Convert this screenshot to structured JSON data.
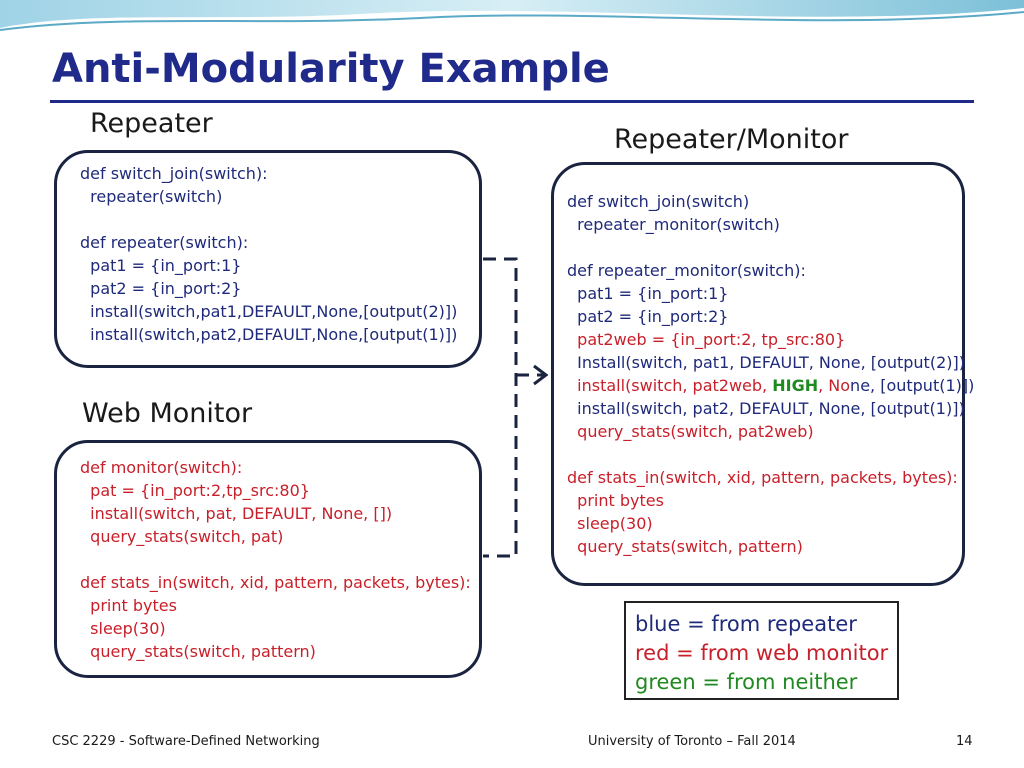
{
  "slide": {
    "title": "Anti-Modularity Example"
  },
  "colors": {
    "title": "#1f2a8a",
    "repeater": "#1f2a7a",
    "web_monitor": "#c8202a",
    "neither": "#1f8a1f"
  },
  "repeater": {
    "label": "Repeater",
    "lines": [
      [
        {
          "t": "def switch_join(switch):",
          "c": "blue"
        }
      ],
      [
        {
          "t": "  repeater(switch)",
          "c": "blue"
        }
      ],
      [],
      [
        {
          "t": "def repeater(switch):",
          "c": "blue"
        }
      ],
      [
        {
          "t": "  pat1 = {in_port:1}",
          "c": "blue"
        }
      ],
      [
        {
          "t": "  pat2 = {in_port:2}",
          "c": "blue"
        }
      ],
      [
        {
          "t": "  install(switch,pat1,DEFAULT,None,[output(2)])",
          "c": "blue"
        }
      ],
      [
        {
          "t": "  install(switch,pat2,DEFAULT,None,[output(1)])",
          "c": "blue"
        }
      ]
    ]
  },
  "web_monitor": {
    "label": "Web  Monitor",
    "lines": [
      [
        {
          "t": "def monitor(switch):",
          "c": "red"
        }
      ],
      [
        {
          "t": "  pat = {in_port:2,tp_src:80}",
          "c": "red"
        }
      ],
      [
        {
          "t": "  install(switch, pat, DEFAULT, None, [])",
          "c": "red"
        }
      ],
      [
        {
          "t": "  query_stats(switch, pat)",
          "c": "red"
        }
      ],
      [],
      [
        {
          "t": "def stats_in(switch, xid, pattern, packets, bytes):",
          "c": "red"
        }
      ],
      [
        {
          "t": "  print bytes",
          "c": "red"
        }
      ],
      [
        {
          "t": "  sleep(30)",
          "c": "red"
        }
      ],
      [
        {
          "t": "  query_stats(switch, pattern)",
          "c": "red"
        }
      ]
    ]
  },
  "repeater_monitor": {
    "label": "Repeater/Monitor",
    "lines": [
      [
        {
          "t": "def switch_join(switch)",
          "c": "blue"
        }
      ],
      [
        {
          "t": "  repeater_monitor(switch)",
          "c": "blue"
        }
      ],
      [],
      [
        {
          "t": "def repeater_monitor(switch):",
          "c": "blue"
        }
      ],
      [
        {
          "t": "  pat1 = {in_port:1}",
          "c": "blue"
        }
      ],
      [
        {
          "t": "  pat2 = {in_port:2}",
          "c": "blue"
        }
      ],
      [
        {
          "t": "  pat2web = {in_port:2, tp_src:80}",
          "c": "red"
        }
      ],
      [
        {
          "t": "  Install(switch, pat1, DEFAULT, None, [output(2)])",
          "c": "blue"
        }
      ],
      [
        {
          "t": "  install(switch, pat2web, ",
          "c": "red"
        },
        {
          "t": "HIGH",
          "c": "green"
        },
        {
          "t": ", No",
          "c": "red"
        },
        {
          "t": "ne, [output(1)])",
          "c": "blue"
        }
      ],
      [
        {
          "t": "  install(switch, pat2, DEFAULT, None, [output(1)])",
          "c": "blue"
        }
      ],
      [
        {
          "t": "  query_stats(switch, pat2web)",
          "c": "red"
        }
      ],
      [],
      [
        {
          "t": "def stats_in(switch, xid, pattern, packets, bytes):",
          "c": "red"
        }
      ],
      [
        {
          "t": "  print bytes",
          "c": "red"
        }
      ],
      [
        {
          "t": "  sleep(30)",
          "c": "red"
        }
      ],
      [
        {
          "t": "  query_stats(switch, pattern)",
          "c": "red"
        }
      ]
    ]
  },
  "legend": [
    {
      "text": "blue = from repeater",
      "c": "blue"
    },
    {
      "text": "red = from web monitor",
      "c": "red"
    },
    {
      "text": "green = from neither",
      "c": "green"
    }
  ],
  "footer": {
    "course": "CSC 2229 - Software-Defined Networking",
    "institution": "University of Toronto – Fall 2014",
    "page_number": "14"
  }
}
